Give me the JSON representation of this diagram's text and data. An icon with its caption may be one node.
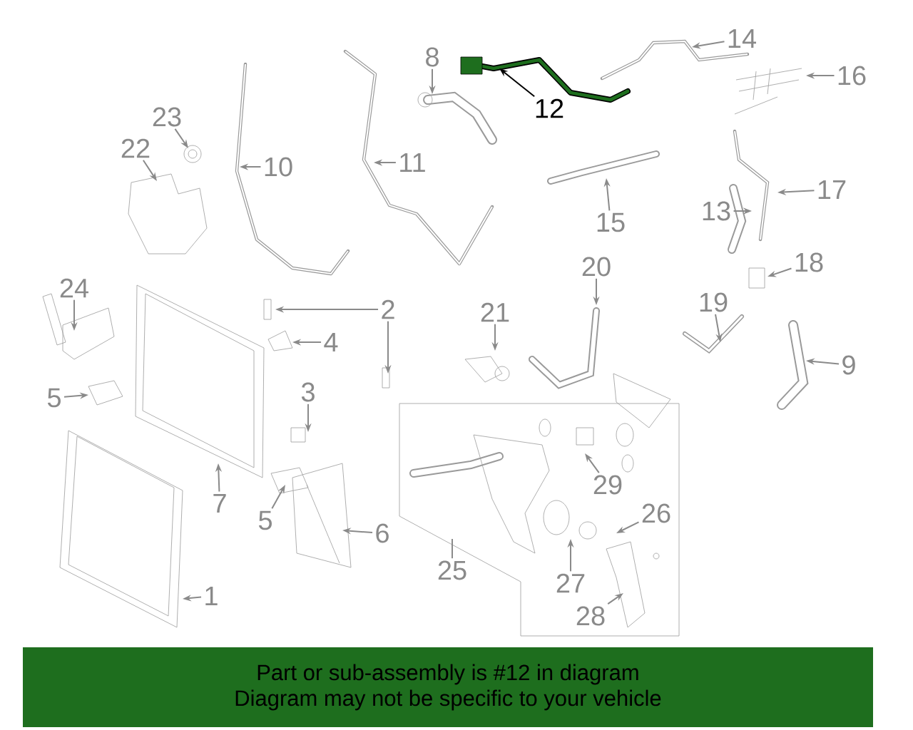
{
  "diagram": {
    "nodes": [
      {
        "text": [
          "14"
        ]
      },
      {
        "text": [
          "8"
        ]
      },
      {
        "text": [
          "16"
        ]
      },
      {
        "text": [
          "12"
        ]
      },
      {
        "text": [
          "23"
        ]
      },
      {
        "text": [
          "22"
        ]
      },
      {
        "text": [
          "11"
        ]
      },
      {
        "text": [
          "10"
        ]
      },
      {
        "text": [
          "17"
        ]
      },
      {
        "text": [
          "13"
        ]
      },
      {
        "text": [
          "15"
        ]
      },
      {
        "text": [
          "18"
        ]
      },
      {
        "text": [
          "20"
        ]
      },
      {
        "text": [
          "24"
        ]
      },
      {
        "text": [
          "19"
        ]
      },
      {
        "text": [
          "2"
        ]
      },
      {
        "text": [
          "21"
        ]
      },
      {
        "text": [
          "4"
        ]
      },
      {
        "text": [
          "9"
        ]
      },
      {
        "text": [
          "3"
        ]
      },
      {
        "text": [
          "5"
        ]
      },
      {
        "text": [
          "29"
        ]
      },
      {
        "text": [
          "7"
        ]
      },
      {
        "text": [
          "26"
        ]
      },
      {
        "text": [
          "5"
        ]
      },
      {
        "text": [
          "6"
        ]
      },
      {
        "text": [
          "25"
        ]
      },
      {
        "text": [
          "27"
        ]
      },
      {
        "text": [
          "1"
        ]
      },
      {
        "text": [
          "28"
        ]
      },
      {
        "text": [
          "Part or sub-assembly is #12 in diagram",
          "Diagram may not be specific to your vehicle"
        ]
      }
    ],
    "edges": [
      {
        "from": 0,
        "to": null,
        "arrow": "to"
      },
      {
        "from": 1,
        "to": null,
        "arrow": "to"
      },
      {
        "from": 2,
        "to": null,
        "arrow": "to"
      },
      {
        "from": 3,
        "to": null,
        "arrow": "to",
        "color": "#000000"
      },
      {
        "from": 4,
        "to": null,
        "arrow": "to"
      },
      {
        "from": 5,
        "to": null,
        "arrow": "to"
      },
      {
        "from": 6,
        "to": null,
        "arrow": "to"
      },
      {
        "from": 7,
        "to": null,
        "arrow": "to"
      },
      {
        "from": 8,
        "to": null,
        "arrow": "to"
      },
      {
        "from": 9,
        "to": null,
        "arrow": "to"
      },
      {
        "from": 10,
        "to": null,
        "arrow": "to"
      },
      {
        "from": 11,
        "to": null,
        "arrow": "to"
      },
      {
        "from": 12,
        "to": null,
        "arrow": "to"
      },
      {
        "from": 13,
        "to": null,
        "arrow": "to"
      },
      {
        "from": 14,
        "to": null,
        "arrow": "to"
      },
      {
        "from": 15,
        "to": null,
        "arrow": "to"
      },
      {
        "from": 15,
        "to": null,
        "arrow": "to"
      },
      {
        "from": 16,
        "to": null,
        "arrow": "to"
      },
      {
        "from": 17,
        "to": null,
        "arrow": "to"
      },
      {
        "from": 18,
        "to": null,
        "arrow": "to"
      },
      {
        "from": 19,
        "to": null,
        "arrow": "to"
      },
      {
        "from": 20,
        "to": null,
        "arrow": "to"
      },
      {
        "from": 21,
        "to": null,
        "arrow": "to"
      },
      {
        "from": 22,
        "to": null,
        "arrow": "to"
      },
      {
        "from": 23,
        "to": null,
        "arrow": "to"
      },
      {
        "from": 24,
        "to": null,
        "arrow": "to"
      },
      {
        "from": 25,
        "to": null,
        "arrow": "to"
      },
      {
        "from": 26,
        "to": null,
        "arrow": "none"
      },
      {
        "from": 27,
        "to": null,
        "arrow": "to"
      },
      {
        "from": 28,
        "to": null,
        "arrow": "to"
      },
      {
        "from": 29,
        "to": null,
        "arrow": "to"
      }
    ]
  }
}
